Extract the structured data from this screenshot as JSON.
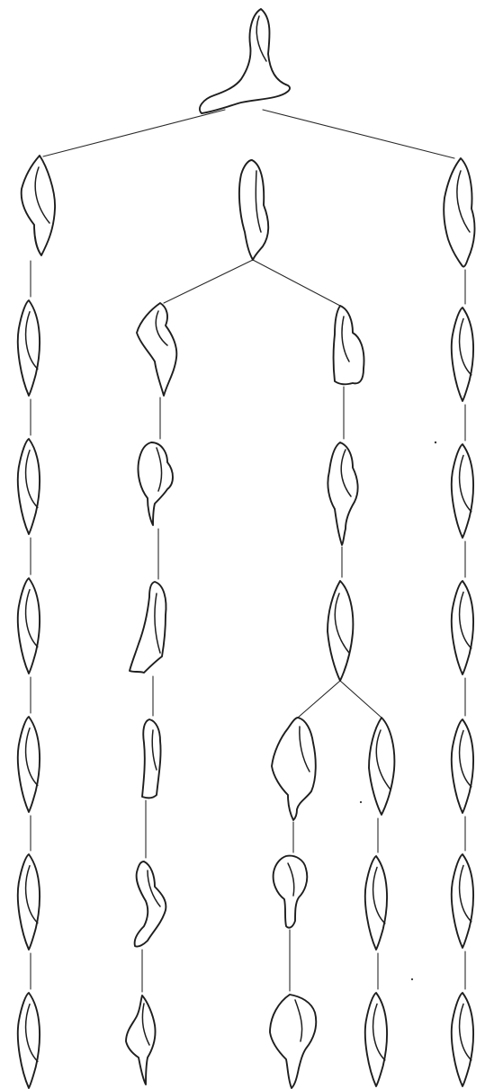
{
  "figure": {
    "kind": "lineage-tree",
    "caption": "",
    "ink_color": "#1e1e1e",
    "background_color": "#ffffff"
  },
  "lineage": {
    "id": "ancestor",
    "shape": "branched",
    "children": [
      {
        "id": "line-a",
        "shape": "spindle",
        "generations": [
          "spindle",
          "spindle",
          "spindle",
          "spindle",
          "spindle",
          "spindle",
          "spindle"
        ]
      },
      {
        "id": "line-b",
        "shape": "spindle",
        "children": [
          {
            "id": "line-b1",
            "shape": "irregular",
            "generations": [
              "irregular",
              "club",
              "wedge",
              "narrow",
              "bent",
              "pointed"
            ]
          },
          {
            "id": "line-b2",
            "shape": "irregular",
            "generations": [
              "irregular",
              "club",
              "spindle"
            ],
            "children": [
              {
                "id": "line-b2a",
                "shape": "lobed",
                "generations": [
                  "lobed",
                  "club",
                  "lobed"
                ]
              },
              {
                "id": "line-b2b",
                "shape": "spindle",
                "generations": [
                  "spindle",
                  "spindle",
                  "spindle"
                ]
              }
            ]
          }
        ]
      },
      {
        "id": "line-c",
        "shape": "spindle",
        "generations": [
          "spindle",
          "spindle",
          "spindle",
          "spindle",
          "spindle",
          "spindle",
          "spindle"
        ]
      }
    ]
  }
}
